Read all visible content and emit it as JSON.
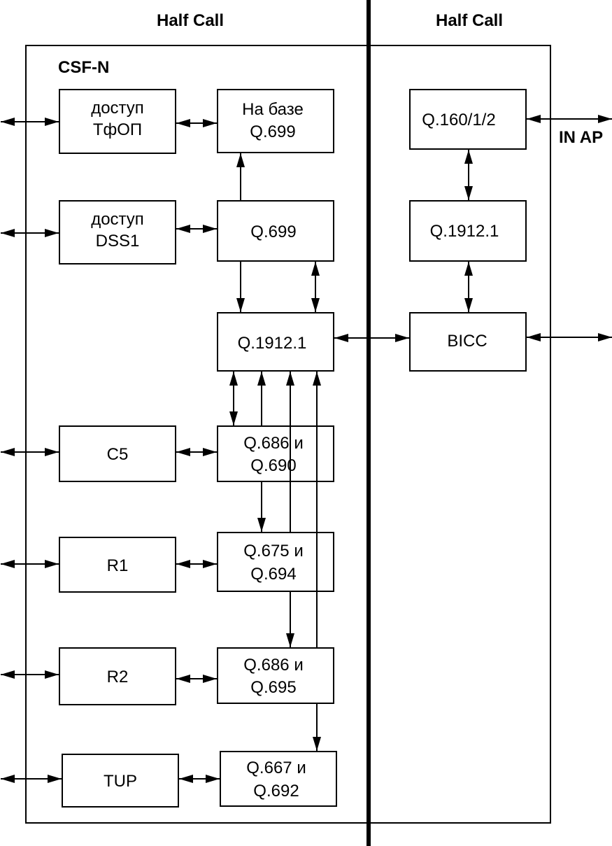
{
  "headers": {
    "left": "Half Call",
    "right": "Half Call"
  },
  "csf_label": "CSF-N",
  "in_ap_label": "IN AP",
  "blocks": {
    "pstn_access": {
      "line1": "доступ",
      "line2": "ТфОП"
    },
    "q699_based": {
      "line1": "На базе",
      "line2": "Q.699"
    },
    "dss1_access": {
      "line1": "доступ",
      "line2": "DSS1"
    },
    "q699": {
      "line1": "Q.699"
    },
    "q1912_left": {
      "line1": "Q.1912.1"
    },
    "c5": {
      "line1": "C5"
    },
    "q686_690": {
      "line1": "Q.686 и",
      "line2": "Q.690"
    },
    "r1": {
      "line1": "R1"
    },
    "q675_694": {
      "line1": "Q.675 и",
      "line2": "Q.694"
    },
    "r2": {
      "line1": "R2"
    },
    "q686_695": {
      "line1": "Q.686 и",
      "line2": "Q.695"
    },
    "tup": {
      "line1": "TUP"
    },
    "q667_692": {
      "line1": "Q.667 и",
      "line2": "Q.692"
    },
    "q160": {
      "line1": "Q.160/1/2"
    },
    "q1912_right": {
      "line1": "Q.1912.1"
    },
    "bicc": {
      "line1": "BICC"
    }
  }
}
